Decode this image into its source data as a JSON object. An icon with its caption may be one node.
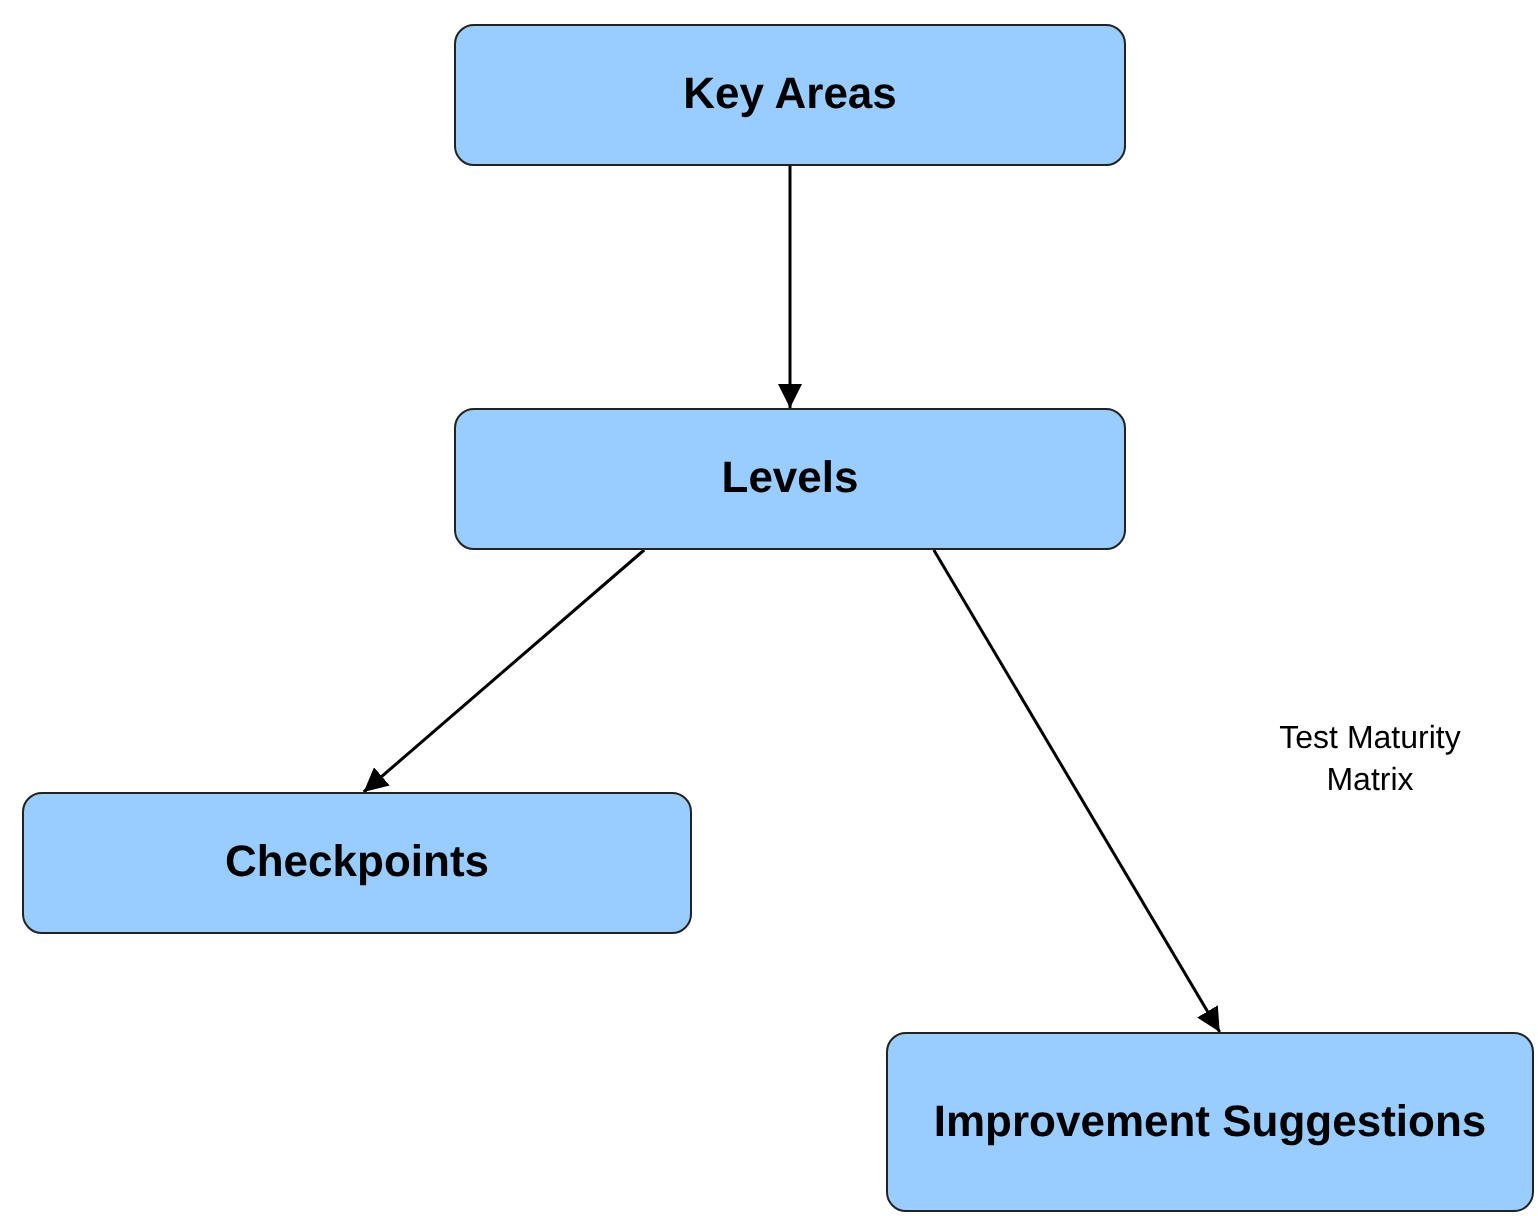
{
  "diagram": {
    "nodes": [
      {
        "text": [
          "Key Areas"
        ]
      },
      {
        "text": [
          "Levels"
        ]
      },
      {
        "text": [
          "Checkpoints"
        ]
      },
      {
        "text": [
          "Improvement Suggestions"
        ]
      }
    ],
    "edges": [
      {
        "from": 0,
        "to": 1,
        "arrow": "to"
      },
      {
        "from": 1,
        "to": 2,
        "arrow": "to"
      },
      {
        "from": 1,
        "to": 3,
        "arrow": "to"
      }
    ],
    "labels": [
      "Test Maturity Matrix"
    ]
  }
}
